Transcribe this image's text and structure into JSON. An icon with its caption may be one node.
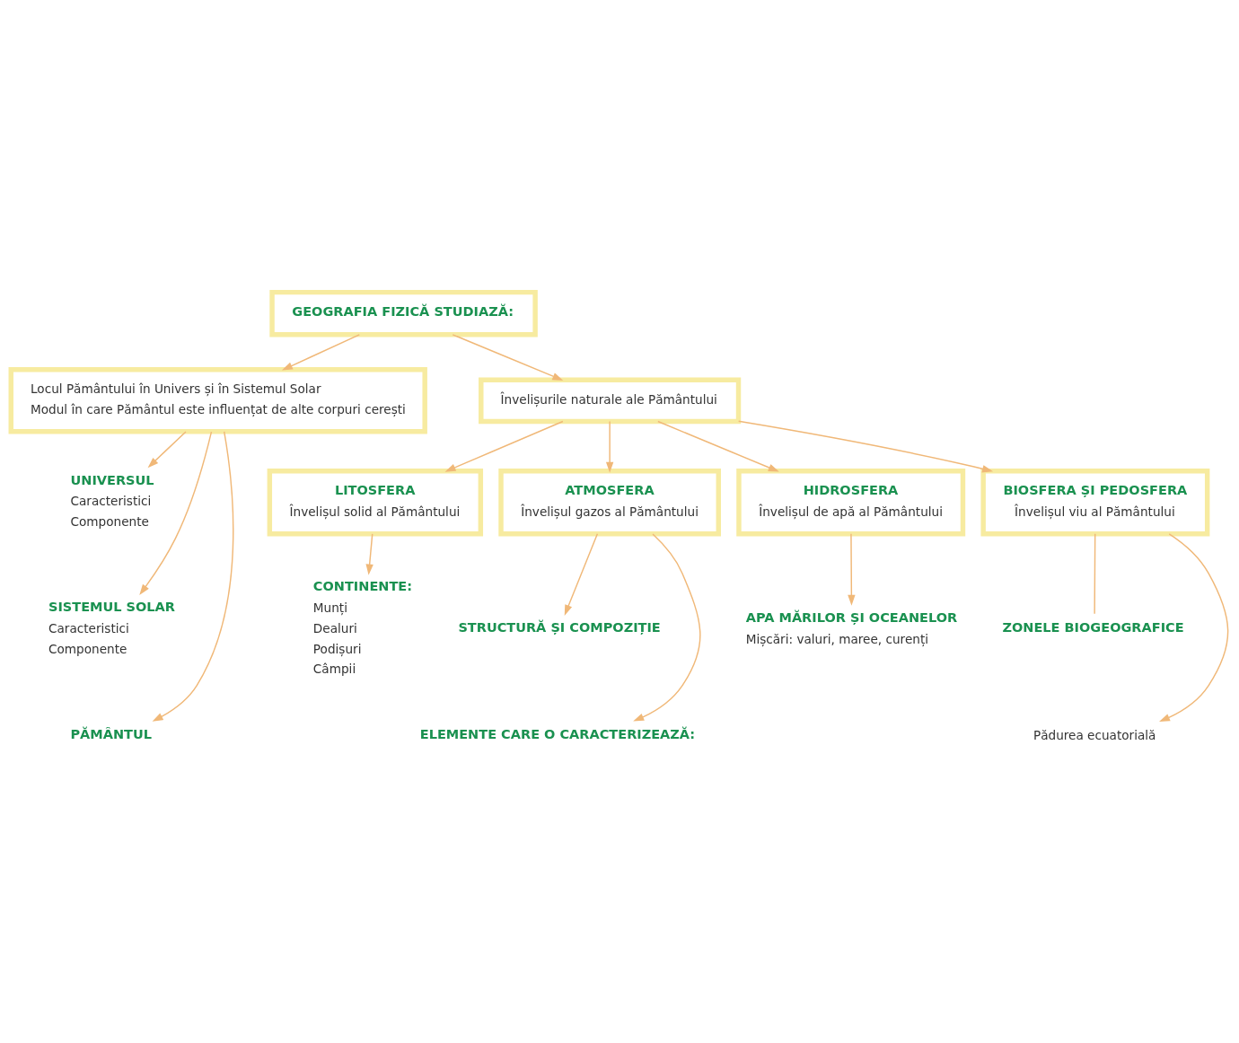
{
  "diagram": {
    "nodes": [
      {
        "text": [
          "GEOGRAFIA FIZICĂ STUDIAZĂ:"
        ]
      },
      {
        "text": [
          "Locul Pământului în Univers și în Sistemul Solar",
          "Modul în care Pământul este influențat de alte corpuri cerești"
        ]
      },
      {
        "text": [
          "Învelișurile naturale ale Pământului"
        ]
      },
      {
        "text": [
          "LITOSFERA",
          "Învelișul solid al Pământului"
        ]
      },
      {
        "text": [
          "ATMOSFERA",
          "Învelișul gazos al Pământului"
        ]
      },
      {
        "text": [
          "HIDROSFERA",
          "Învelișul de apă al Pământului"
        ]
      },
      {
        "text": [
          "BIOSFERA ȘI PEDOSFERA",
          "Învelișul viu al Pământului"
        ]
      },
      {
        "text": [
          "UNIVERSUL",
          "Caracteristici",
          "Componente"
        ]
      },
      {
        "text": [
          "SISTEMUL SOLAR",
          "Caracteristici",
          "Componente"
        ]
      },
      {
        "text": [
          "PĂMÂNTUL"
        ]
      },
      {
        "text": [
          "CONTINENTE:",
          "Munți",
          "Dealuri",
          "Podișuri",
          "Câmpii"
        ]
      },
      {
        "text": [
          "STRUCTURĂ ȘI COMPOZIȚIE"
        ]
      },
      {
        "text": [
          "ELEMENTE CARE O CARACTERIZEAZĂ:"
        ]
      },
      {
        "text": [
          "APA MĂRILOR ȘI OCEANELOR",
          "Mișcări: valuri, maree, curenți"
        ]
      },
      {
        "text": [
          "ZONELE BIOGEOGRAFICE"
        ]
      },
      {
        "text": [
          "Pădurea ecuatorială"
        ]
      }
    ],
    "edges": [
      {
        "from": 0,
        "to": 1,
        "arrow": "to"
      },
      {
        "from": 0,
        "to": 2,
        "arrow": "to"
      },
      {
        "from": 2,
        "to": 3,
        "arrow": "to"
      },
      {
        "from": 2,
        "to": 4,
        "arrow": "to"
      },
      {
        "from": 2,
        "to": 5,
        "arrow": "to"
      },
      {
        "from": 2,
        "to": 6,
        "arrow": "to"
      },
      {
        "from": 1,
        "to": 7,
        "arrow": "to"
      },
      {
        "from": 1,
        "to": 8,
        "arrow": "to"
      },
      {
        "from": 1,
        "to": 9,
        "arrow": "to"
      },
      {
        "from": 3,
        "to": 10,
        "arrow": "to"
      },
      {
        "from": 4,
        "to": 11,
        "arrow": "to"
      },
      {
        "from": 4,
        "to": 12,
        "arrow": "to"
      },
      {
        "from": 5,
        "to": 13,
        "arrow": "to"
      },
      {
        "from": 6,
        "to": 14,
        "arrow": "none"
      },
      {
        "from": 6,
        "to": 15,
        "arrow": "to"
      }
    ]
  }
}
